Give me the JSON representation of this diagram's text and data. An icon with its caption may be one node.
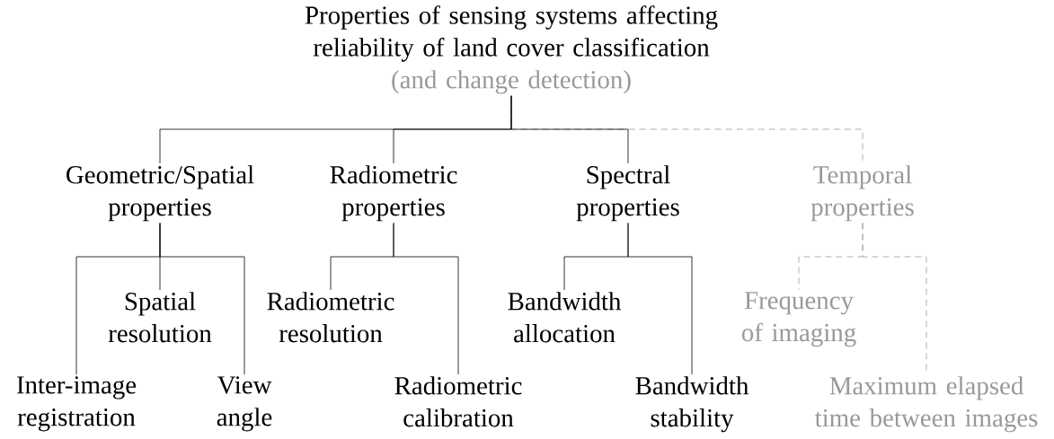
{
  "diagram": {
    "nodes": [
      {
        "text": [
          "Properties of sensing systems affecting reliability of land cover classification",
          "(and change detection)"
        ]
      },
      {
        "text": [
          "Geometric/Spatial properties"
        ]
      },
      {
        "text": [
          "Radiometric properties"
        ]
      },
      {
        "text": [
          "Spectral properties"
        ]
      },
      {
        "text": [
          "Temporal properties"
        ]
      },
      {
        "text": [
          "Inter-image registration"
        ]
      },
      {
        "text": [
          "Spatial resolution"
        ]
      },
      {
        "text": [
          "View angle"
        ]
      },
      {
        "text": [
          "Radiometric resolution"
        ]
      },
      {
        "text": [
          "Radiometric calibration"
        ]
      },
      {
        "text": [
          "Bandwidth allocation"
        ]
      },
      {
        "text": [
          "Bandwidth stability"
        ]
      },
      {
        "text": [
          "Frequency of imaging"
        ]
      },
      {
        "text": [
          "Maximum elapsed time between images"
        ]
      }
    ],
    "edges": [
      {
        "from": 0,
        "to": 1,
        "arrow": "none"
      },
      {
        "from": 0,
        "to": 2,
        "arrow": "none"
      },
      {
        "from": 0,
        "to": 3,
        "arrow": "none"
      },
      {
        "from": 0,
        "to": 4,
        "arrow": "none",
        "style": "dashed",
        "color": "#999999"
      },
      {
        "from": 1,
        "to": 5,
        "arrow": "none"
      },
      {
        "from": 1,
        "to": 6,
        "arrow": "none"
      },
      {
        "from": 1,
        "to": 7,
        "arrow": "none"
      },
      {
        "from": 2,
        "to": 8,
        "arrow": "none"
      },
      {
        "from": 2,
        "to": 9,
        "arrow": "none"
      },
      {
        "from": 3,
        "to": 10,
        "arrow": "none"
      },
      {
        "from": 3,
        "to": 11,
        "arrow": "none"
      },
      {
        "from": 4,
        "to": 12,
        "arrow": "none",
        "style": "dashed",
        "color": "#999999"
      },
      {
        "from": 4,
        "to": 13,
        "arrow": "none",
        "style": "dashed",
        "color": "#999999"
      }
    ]
  }
}
